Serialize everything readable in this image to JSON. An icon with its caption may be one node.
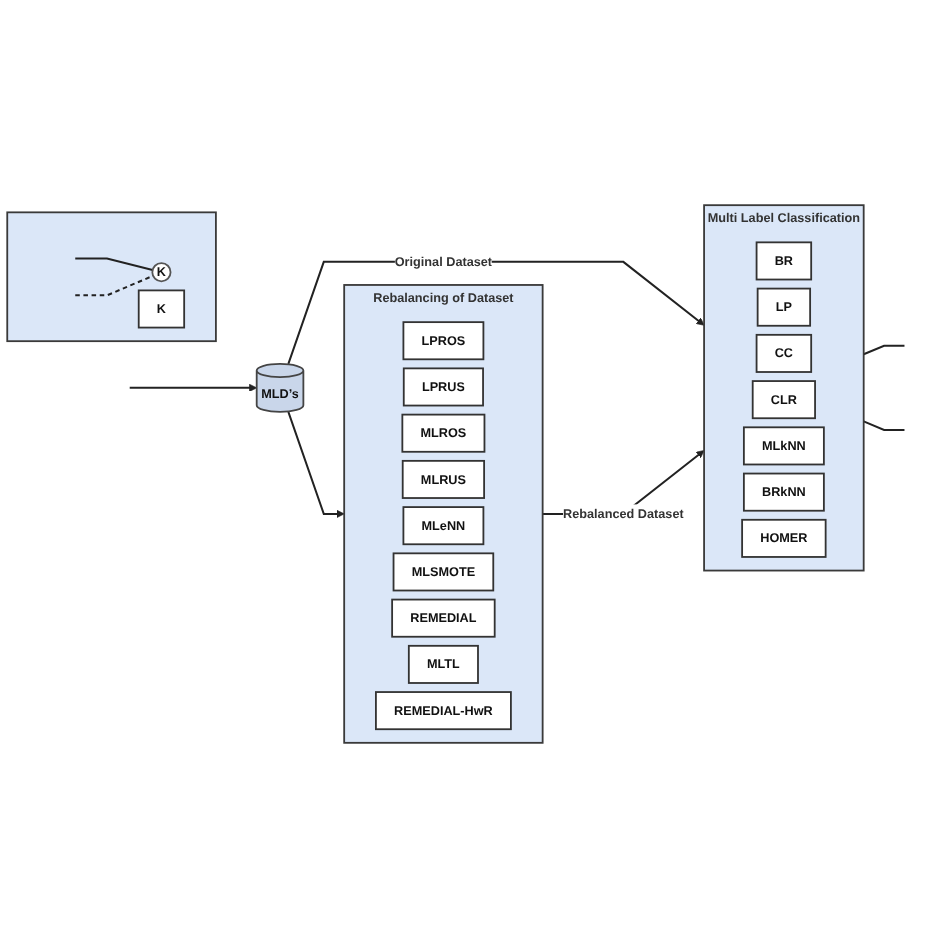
{
  "diagram": {
    "nodes": [
      {
        "text": [],
        "shape": "box"
      },
      {
        "text": [
          "K"
        ],
        "in": 0
      },
      {
        "text": [
          "K"
        ],
        "in": 0
      },
      {
        "text": [
          "MLD’s"
        ]
      },
      {
        "text": [
          "Rebalancing of Dataset"
        ]
      },
      {
        "text": [
          "LPROS"
        ],
        "in": 4
      },
      {
        "text": [
          "LPRUS"
        ],
        "in": 4
      },
      {
        "text": [
          "MLROS"
        ],
        "in": 4
      },
      {
        "text": [
          "MLRUS"
        ],
        "in": 4
      },
      {
        "text": [
          "MLeNN"
        ],
        "in": 4
      },
      {
        "text": [
          "MLSMOTE"
        ],
        "in": 4
      },
      {
        "text": [
          "REMEDIAL"
        ],
        "in": 4
      },
      {
        "text": [
          "MLTL"
        ],
        "in": 4
      },
      {
        "text": [
          "REMEDIAL-HwR"
        ],
        "in": 4
      },
      {
        "text": [
          "Multi Label Classification"
        ]
      },
      {
        "text": [
          "BR"
        ],
        "in": 14
      },
      {
        "text": [
          "LP"
        ],
        "in": 14
      },
      {
        "text": [
          "CC"
        ],
        "in": 14
      },
      {
        "text": [
          "CLR"
        ],
        "in": 14
      },
      {
        "text": [
          "MLkNN"
        ],
        "in": 14
      },
      {
        "text": [
          "BRkNN"
        ],
        "in": 14
      },
      {
        "text": [
          "HOMER"
        ],
        "in": 14
      }
    ],
    "edges": [
      {
        "from": null,
        "to": 3,
        "arrow": "to"
      },
      {
        "from": 0,
        "to": 1,
        "arrow": "none"
      },
      {
        "from": 0,
        "to": 1,
        "arrow": "none",
        "style": "dashed"
      },
      {
        "from": 3,
        "to": 4,
        "arrow": "to"
      },
      {
        "from": 3,
        "to": 14,
        "arrow": "to",
        "label": "Original Dataset"
      },
      {
        "from": 4,
        "to": 14,
        "arrow": "to",
        "label": "Rebalanced Dataset"
      },
      {
        "from": 14,
        "to": null,
        "arrow": "none"
      },
      {
        "from": 14,
        "to": null,
        "arrow": "none"
      }
    ]
  }
}
